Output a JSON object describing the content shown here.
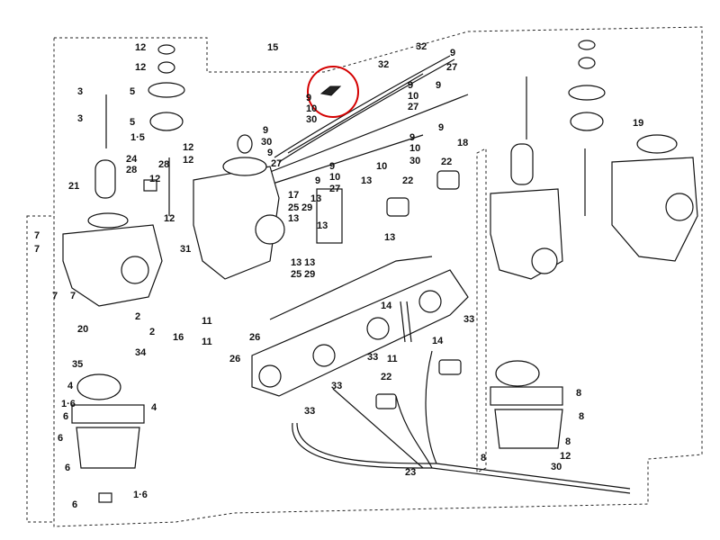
{
  "highlight_color": "#d40000",
  "callouts": {
    "c15": "15",
    "c32a": "32",
    "c32b": "32",
    "c9a": "9",
    "c27a": "27",
    "c9b": "9",
    "c10a": "10",
    "c30a": "30",
    "c9c": "9",
    "c9d": "9",
    "c9e": "9",
    "c10b": "10",
    "c27b": "27",
    "c9f": "9",
    "c9g": "9",
    "c10c": "10",
    "c30b": "30",
    "c18": "18",
    "c30c": "30",
    "c27c": "27",
    "c9h": "9",
    "c10d": "10",
    "c27d": "27",
    "c22a": "22",
    "c22b": "22",
    "c13a": "13",
    "c13b": "13",
    "c13c": "13",
    "c13d": "13",
    "c13e": "13",
    "c13f": "13",
    "c13g": "13",
    "c17": "17",
    "c25a": "25",
    "c25b": "25",
    "c29a": "29",
    "c29b": "29",
    "c12a": "12",
    "c12b": "12",
    "c12c": "12",
    "c12d": "12",
    "c12e": "12",
    "c12f": "12",
    "c3a": "3",
    "c3b": "3",
    "c5a": "5",
    "c5b": "5",
    "c15b": "1·5",
    "c24": "24",
    "c28a": "28",
    "c28b": "28",
    "c21": "21",
    "c19": "19",
    "c31": "31",
    "c7a": "7",
    "c7b": "7",
    "c7c": "7",
    "c7d": "7",
    "c20": "20",
    "c2a": "2",
    "c2b": "2",
    "c16": "16",
    "c34": "34",
    "c35": "35",
    "c4a": "4",
    "c4b": "4",
    "c6a": "6",
    "c6b": "6",
    "c6c": "6",
    "c6d": "6",
    "c16b": "1·6",
    "c11a": "11",
    "c11b": "11",
    "c11c": "11",
    "c26a": "26",
    "c26b": "26",
    "c14a": "14",
    "c14b": "14",
    "c33a": "33",
    "c33b": "33",
    "c33c": "33",
    "c33d": "33",
    "c23": "23",
    "c8a": "8",
    "c8b": "8",
    "c8c": "8",
    "c8d": "8",
    "c9i": "9",
    "c9j": "9",
    "c22c": "22",
    "c12g": "12",
    "c30d": "30"
  }
}
